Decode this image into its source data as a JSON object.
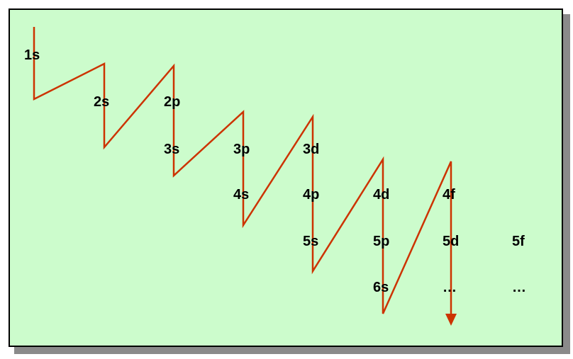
{
  "colors": {
    "panel_background": "#ccfccc",
    "panel_border": "#000000",
    "shadow": "#8a8a8a",
    "zigzag_line": "#cc3300",
    "label_text": "#000000"
  },
  "rows": [
    {
      "labels": [
        "1s"
      ]
    },
    {
      "labels": [
        "2s",
        "2p"
      ]
    },
    {
      "labels": [
        "3s",
        "3p",
        "3d"
      ]
    },
    {
      "labels": [
        "4s",
        "4p",
        "4d",
        "4f"
      ]
    },
    {
      "labels": [
        "5s",
        "5p",
        "5d",
        "5f"
      ]
    },
    {
      "labels": [
        "6s",
        "…",
        "…"
      ]
    }
  ],
  "arrow_icon": "arrow-down-icon"
}
